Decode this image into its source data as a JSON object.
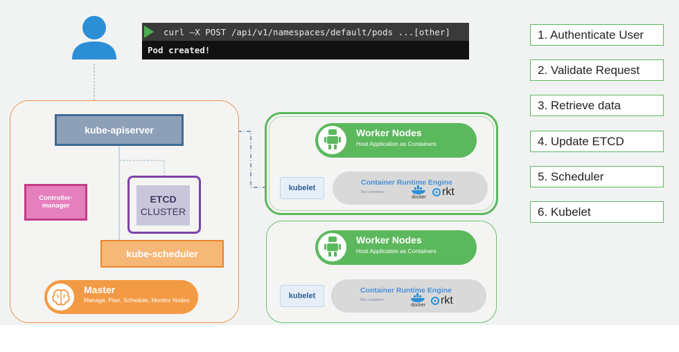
{
  "terminal": {
    "command": "curl –X POST /api/v1/namespaces/default/pods ...[other]",
    "output": "Pod created!"
  },
  "steps": [
    "1. Authenticate User",
    "2. Validate Request",
    "3. Retrieve data",
    "4. Update ETCD",
    "5. Scheduler",
    "6. Kubelet"
  ],
  "master": {
    "apiserver": "kube-apiserver",
    "controller_manager_line1": "Controller-",
    "controller_manager_line2": "manager",
    "etcd_line1": "ETCD",
    "etcd_line2": "CLUSTER",
    "scheduler": "kube-scheduler",
    "title": "Master",
    "subtitle": "Manage, Plan, Schedule, Monitor Nodes"
  },
  "workers": [
    {
      "title": "Worker Nodes",
      "subtitle": "Host Application as Containers",
      "kubelet": "kubelet",
      "runtime_title": "Container Runtime Engine",
      "runtime_sub": "Run containers",
      "docker": "docker",
      "rkt": "rkt"
    },
    {
      "title": "Worker Nodes",
      "subtitle": "Host Application as Containers",
      "kubelet": "kubelet",
      "runtime_title": "Container Runtime Engine",
      "runtime_sub": "Run containers",
      "docker": "docker",
      "rkt": "rkt"
    }
  ],
  "icons": {
    "user": "user-icon",
    "play": "play-icon",
    "brain": "brain-icon",
    "robot": "robot-icon",
    "docker": "docker-whale-icon",
    "rkt": "rkt-icon"
  },
  "colors": {
    "master_accent": "#f39a45",
    "worker_accent": "#5cb85c",
    "apiserver": "#8ea0b8",
    "controller": "#e57fbd",
    "etcd_border": "#7b43a8",
    "user_blue": "#2b8fd6"
  }
}
